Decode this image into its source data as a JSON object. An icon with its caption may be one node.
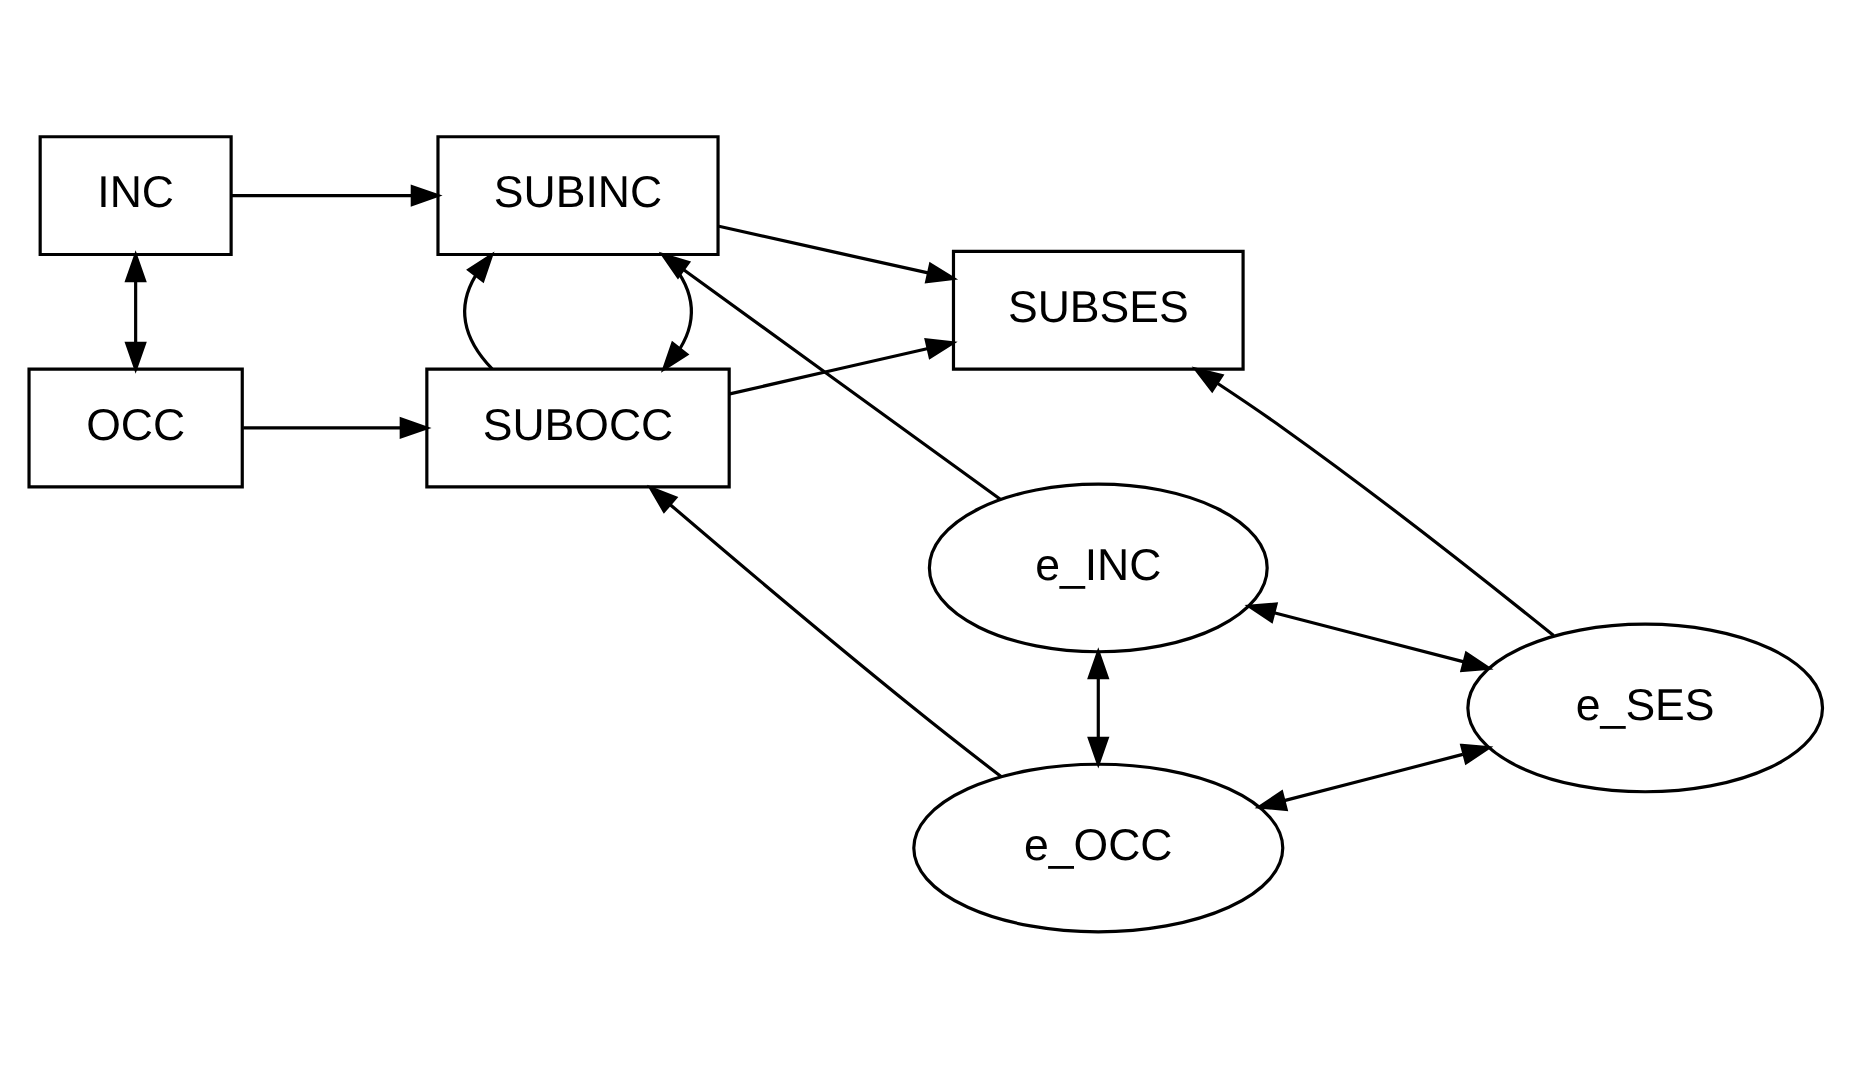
{
  "diagram": {
    "nodes": [
      {
        "text": [
          "INC"
        ]
      },
      {
        "text": [
          "OCC"
        ]
      },
      {
        "text": [
          "SUBINC"
        ]
      },
      {
        "text": [
          "SUBOCC"
        ]
      },
      {
        "text": [
          "SUBSES"
        ]
      },
      {
        "text": [
          "e_INC"
        ]
      },
      {
        "text": [
          "e_SES"
        ]
      },
      {
        "text": [
          "e_OCC"
        ]
      }
    ],
    "edges": [
      {
        "from": 0,
        "to": 1,
        "arrow": "both"
      },
      {
        "from": 0,
        "to": 2,
        "arrow": "to"
      },
      {
        "from": 1,
        "to": 3,
        "arrow": "to"
      },
      {
        "from": 2,
        "to": 3,
        "arrow": "to"
      },
      {
        "from": 3,
        "to": 2,
        "arrow": "to"
      },
      {
        "from": 2,
        "to": 4,
        "arrow": "to"
      },
      {
        "from": 3,
        "to": 4,
        "arrow": "to"
      },
      {
        "from": 6,
        "to": 4,
        "arrow": "to"
      },
      {
        "from": 5,
        "to": 2,
        "arrow": "to"
      },
      {
        "from": 7,
        "to": 3,
        "arrow": "to"
      },
      {
        "from": 5,
        "to": 6,
        "arrow": "both"
      },
      {
        "from": 5,
        "to": 7,
        "arrow": "both"
      },
      {
        "from": 7,
        "to": 6,
        "arrow": "both"
      }
    ]
  }
}
